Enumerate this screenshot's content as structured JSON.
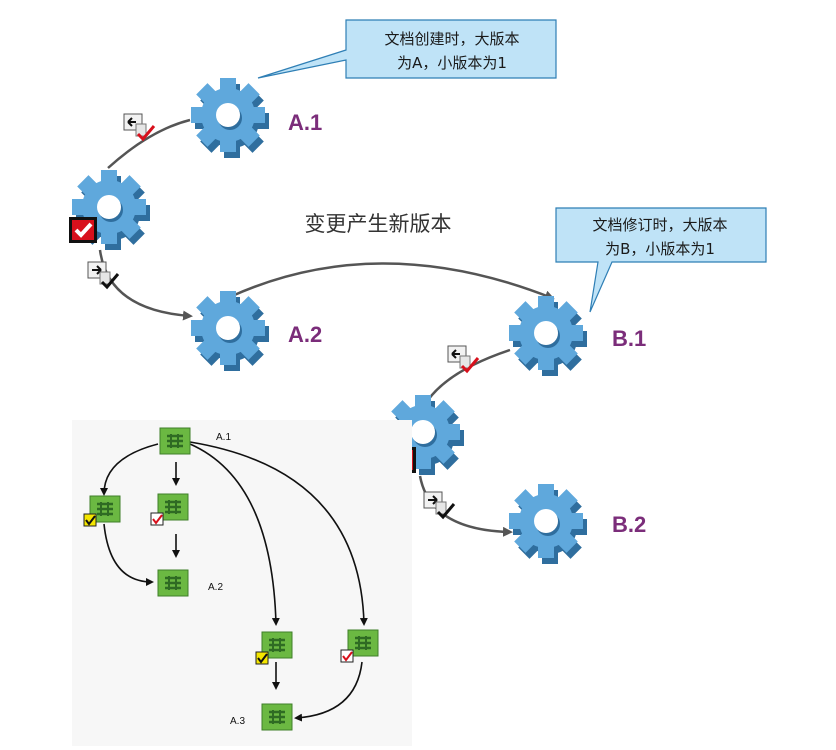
{
  "colors": {
    "gear": "#5fa8dc",
    "gear_dark": "#2f6e9e",
    "label": "#7b2d7a",
    "callout_fill": "#bfe3f7",
    "callout_stroke": "#2f7fb5",
    "arrow": "#555555",
    "check_red": "#d8101c",
    "mini_green": "#6bb842",
    "mini_dark": "#2f6b23",
    "mini_yellow": "#f4e600"
  },
  "labels": {
    "a1": "A.1",
    "a2": "A.2",
    "b1": "B.1",
    "b2": "B.2",
    "center": "变更产生新版本"
  },
  "callouts": {
    "a_line1": "文档创建时，大版本",
    "a_line2": "为A，小版本为1",
    "b_line1": "文档修订时，大版本",
    "b_line2": "为B，小版本为1"
  },
  "mini": {
    "a1": "A.1",
    "a2": "A.2",
    "a3": "A.3"
  }
}
